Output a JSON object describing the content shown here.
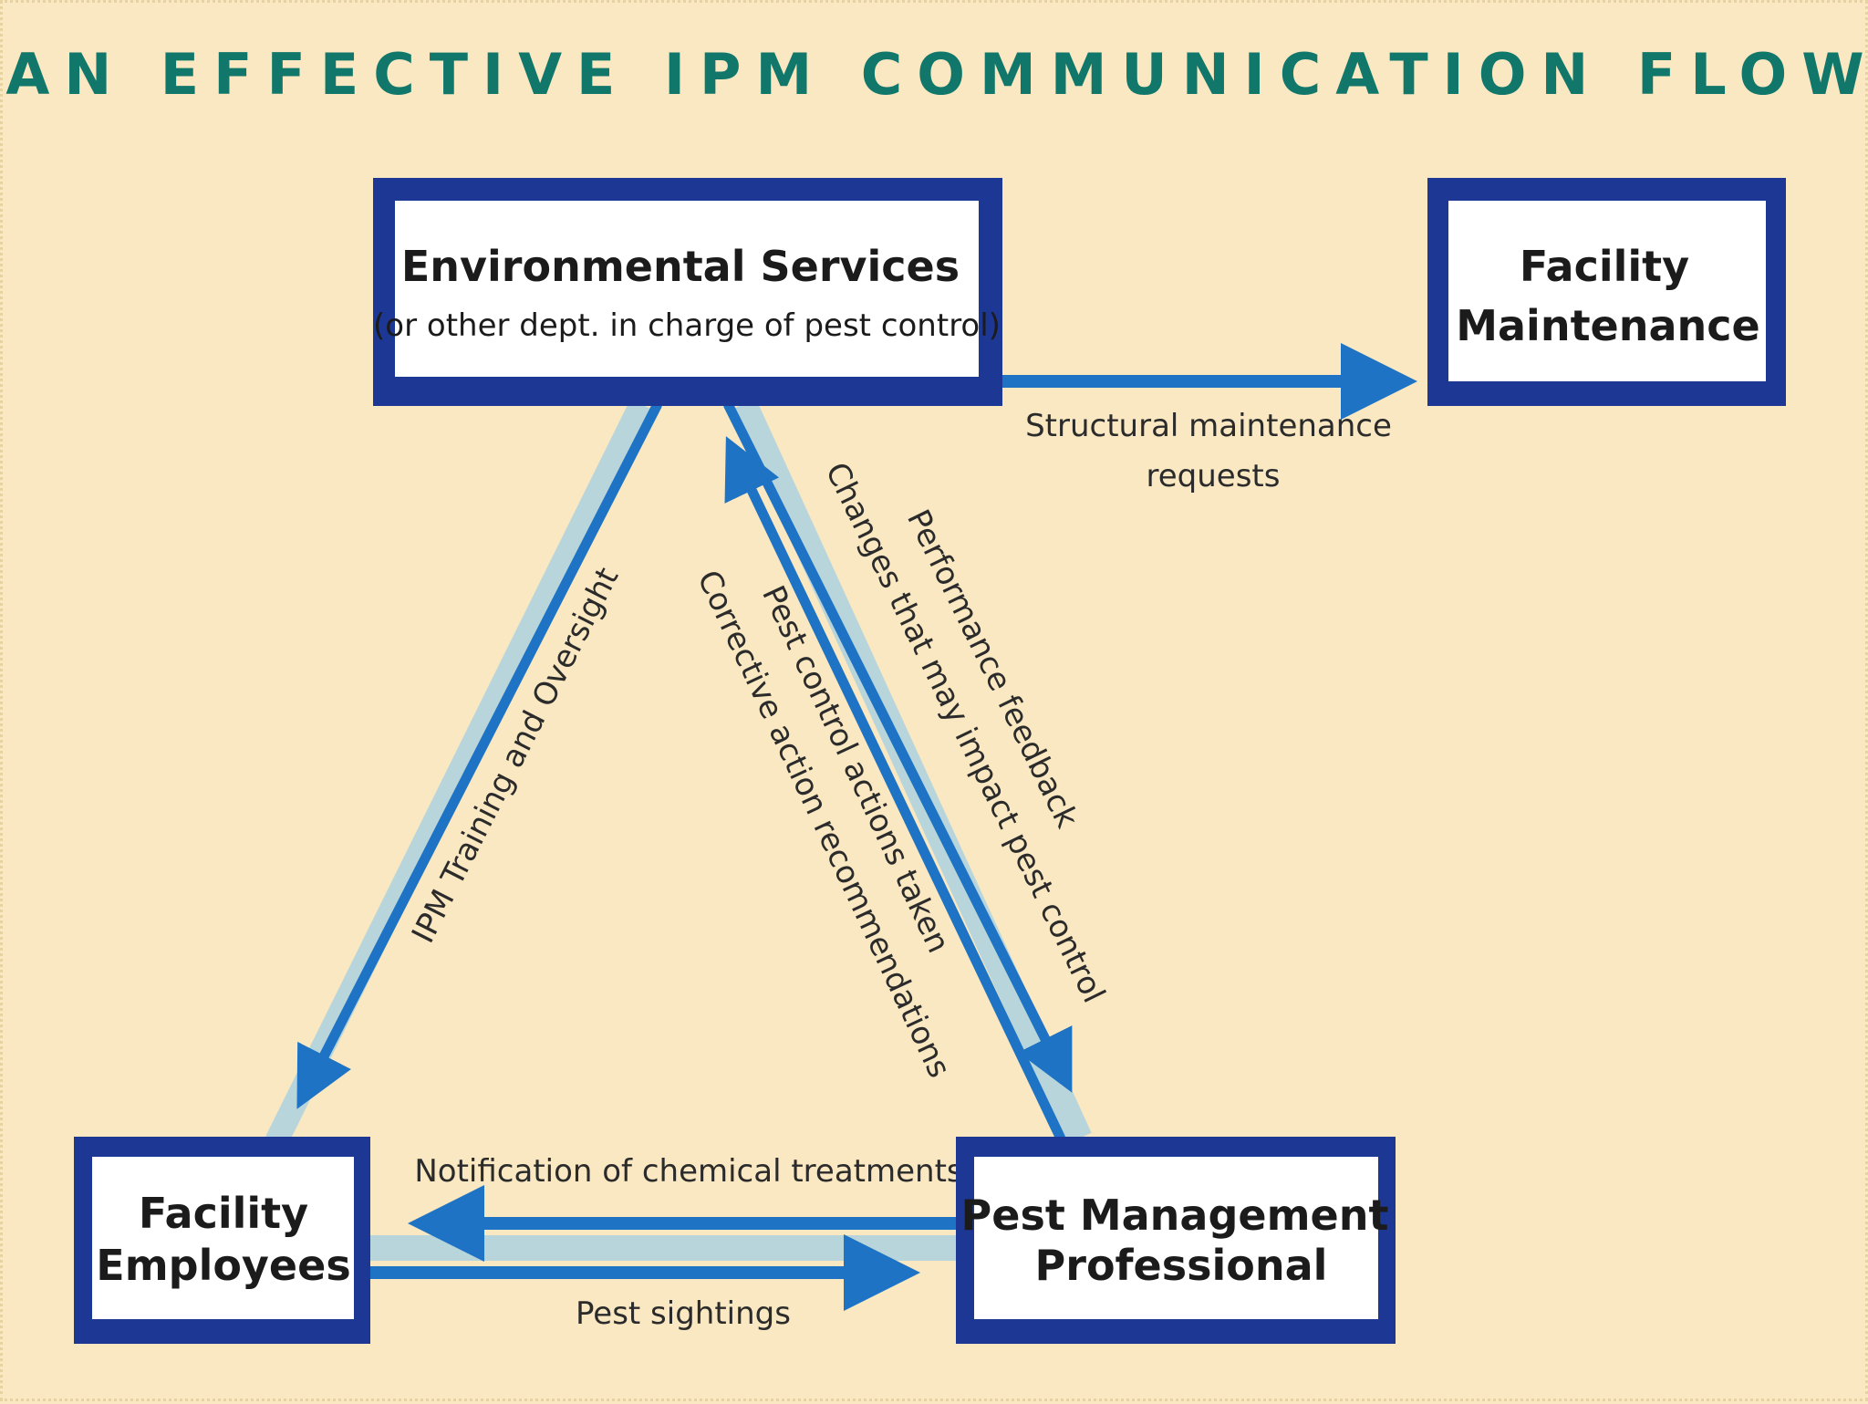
{
  "title": "AN EFFECTIVE IPM COMMUNICATION FLOW",
  "colors": {
    "background": "#f9e8c1",
    "title": "#11776a",
    "box_border": "#1d3794",
    "box_fill": "#ffffff",
    "arrow_dark": "#1e73c4",
    "arrow_light": "#b9d5dc"
  },
  "nodes": {
    "environmental_services": {
      "title": "Environmental Services",
      "subtitle": "(or other dept. in charge of pest control)"
    },
    "facility_maintenance": {
      "line1": "Facility",
      "line2": "Maintenance"
    },
    "facility_employees": {
      "line1": "Facility",
      "line2": "Employees"
    },
    "pest_management": {
      "line1": "Pest Management",
      "line2": "Professional"
    }
  },
  "edges": {
    "structural": {
      "line1": "Structural maintenance",
      "line2": "requests"
    },
    "ipm_training": "IPM Training and Oversight",
    "pest_control_actions": "Pest control actions taken",
    "corrective_action": "Corrective action recommendations",
    "performance_feedback": "Performance feedback",
    "changes_impact": "Changes that may impact pest control",
    "notification": "Notification of chemical treatments",
    "pest_sightings": "Pest sightings"
  }
}
